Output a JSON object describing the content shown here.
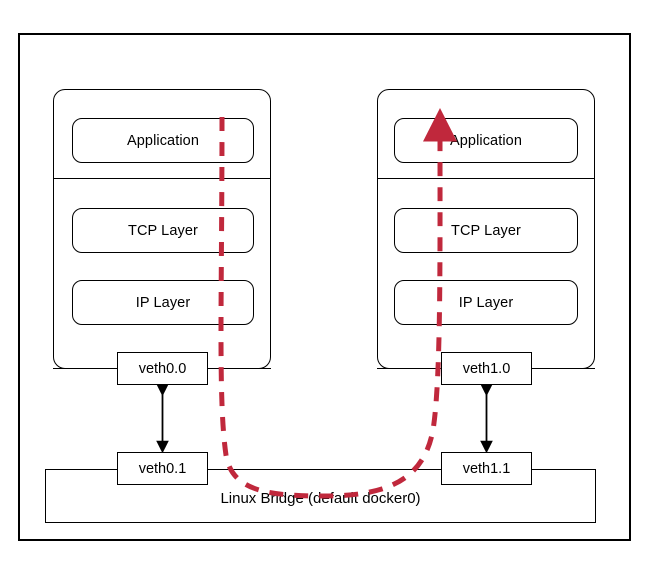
{
  "diagram": {
    "title": "Docker container networking via Linux bridge",
    "accent_red": "#C0283C",
    "line_color": "#000000",
    "background": "#ffffff"
  },
  "containers": [
    {
      "id": "container-left",
      "layers": [
        {
          "name": "application",
          "label": "Application"
        },
        {
          "name": "tcp",
          "label": "TCP Layer"
        },
        {
          "name": "ip",
          "label": "IP Layer"
        }
      ],
      "veth_inner": "veth0.0",
      "veth_outer": "veth0.1"
    },
    {
      "id": "container-right",
      "layers": [
        {
          "name": "application",
          "label": "Application"
        },
        {
          "name": "tcp",
          "label": "TCP Layer"
        },
        {
          "name": "ip",
          "label": "IP Layer"
        }
      ],
      "veth_inner": "veth1.0",
      "veth_outer": "veth1.1"
    }
  ],
  "bridge": {
    "label": "Linux Bridge (default docker0)"
  },
  "flow": {
    "name": "packet-path",
    "style": "dashed",
    "color": "#C0283C",
    "direction": "left-container-down-through-bridge-up-to-right-application"
  }
}
